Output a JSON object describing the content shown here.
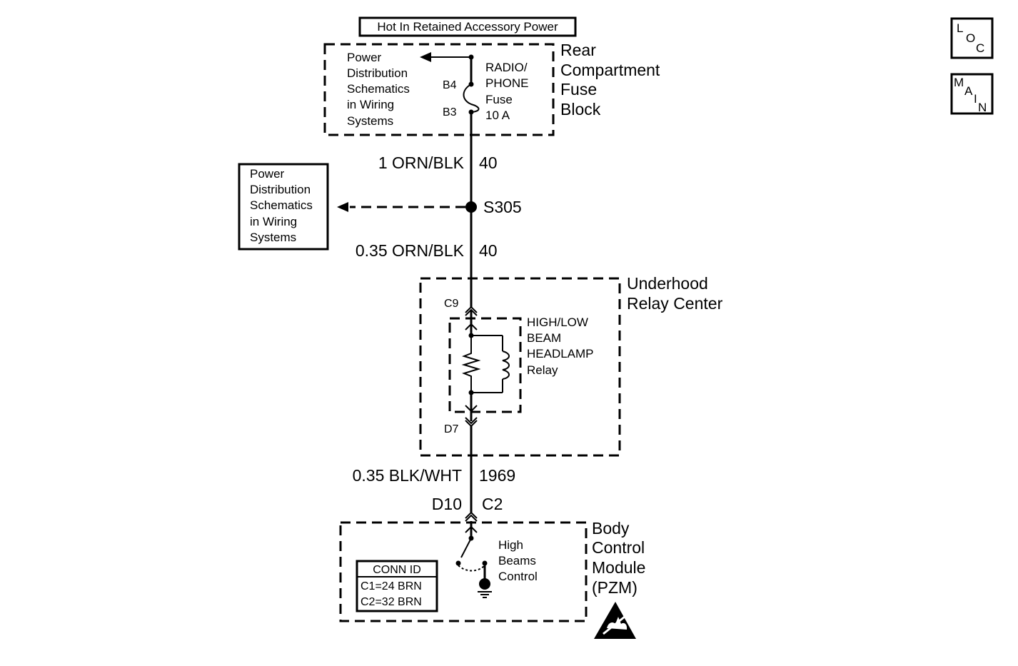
{
  "header": {
    "power_label": "Hot In Retained Accessory Power"
  },
  "nav": {
    "loc": [
      "L",
      "O",
      "C"
    ],
    "main": [
      "M",
      "A",
      "I",
      "N"
    ]
  },
  "fuse_block": {
    "name_lines": [
      "Rear",
      "Compartment",
      "Fuse",
      "Block"
    ],
    "ref_lines": [
      "Power",
      "Distribution",
      "Schematics",
      "in Wiring",
      "Systems"
    ],
    "pin_top": "B4",
    "pin_bottom": "B3",
    "fuse_lines": [
      "RADIO/",
      "PHONE",
      "Fuse",
      "10 A"
    ]
  },
  "wire1": {
    "label": "1 ORN/BLK",
    "circuit": "40"
  },
  "splice": {
    "id": "S305",
    "ref_lines": [
      "Power",
      "Distribution",
      "Schematics",
      "in Wiring",
      "Systems"
    ]
  },
  "wire2": {
    "label": "0.35 ORN/BLK",
    "circuit": "40"
  },
  "relay_center": {
    "name_lines": [
      "Underhood",
      "Relay Center"
    ],
    "pin_top": "C9",
    "pin_bottom": "D7",
    "relay_lines": [
      "HIGH/LOW",
      "BEAM",
      "HEADLAMP",
      "Relay"
    ]
  },
  "wire3": {
    "label": "0.35 BLK/WHT",
    "circuit": "1969"
  },
  "bcm": {
    "pin": "D10",
    "connector": "C2",
    "name_lines": [
      "Body",
      "Control",
      "Module",
      "(PZM)"
    ],
    "switch_lines": [
      "High",
      "Beams",
      "Control"
    ],
    "conn_id": {
      "title": "CONN ID",
      "rows": [
        "C1=24 BRN",
        "C2=32 BRN"
      ]
    }
  }
}
